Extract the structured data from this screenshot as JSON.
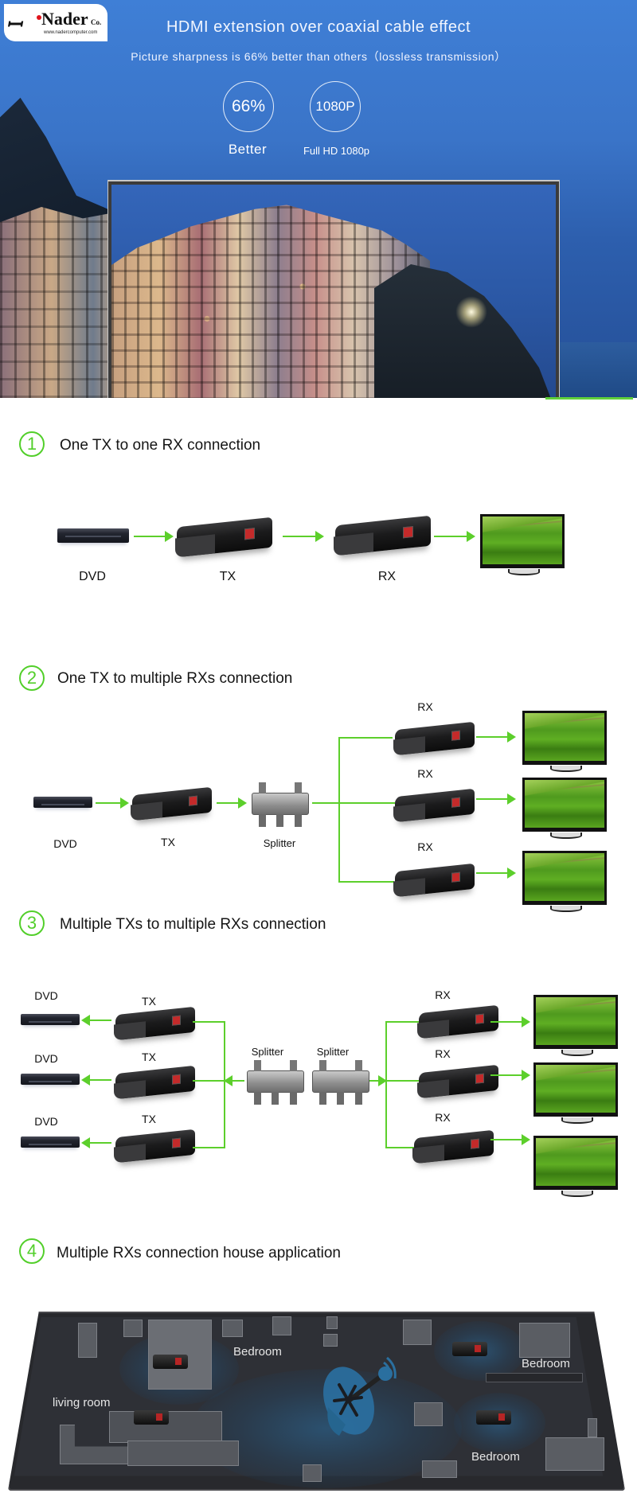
{
  "hero": {
    "logo": {
      "name": "Nader",
      "suffix": "Co.",
      "url": "www.nadercomputer.com"
    },
    "title": "HDMI extension over coaxial cable effect",
    "subtitle": "Picture sharpness is 66% better than others（lossless transmission）",
    "stats": [
      {
        "value": "66%",
        "label": "Better"
      },
      {
        "value": "1080P",
        "label": "Full HD 1080p"
      }
    ]
  },
  "sections": [
    {
      "number": "1",
      "title": "One TX to one RX connection",
      "labels": {
        "dvd": "DVD",
        "tx": "TX",
        "rx": "RX"
      }
    },
    {
      "number": "2",
      "title": "One TX to multiple RXs connection",
      "labels": {
        "dvd": "DVD",
        "tx": "TX",
        "splitter": "Splitter",
        "rx": [
          "RX",
          "RX",
          "RX"
        ]
      }
    },
    {
      "number": "3",
      "title": "Multiple TXs to multiple RXs connection",
      "labels": {
        "dvd": [
          "DVD",
          "DVD",
          "DVD"
        ],
        "tx": [
          "TX",
          "TX",
          "TX"
        ],
        "splitter": [
          "Splitter",
          "Splitter"
        ],
        "rx": [
          "RX",
          "RX",
          "RX"
        ]
      }
    },
    {
      "number": "4",
      "title": "Multiple RXs connection house application",
      "rooms": [
        "Bedroom",
        "Bedroom",
        "living room",
        "Bedroom"
      ]
    }
  ],
  "colors": {
    "accent_green": "#5ccf2b",
    "title_text": "#151515"
  }
}
